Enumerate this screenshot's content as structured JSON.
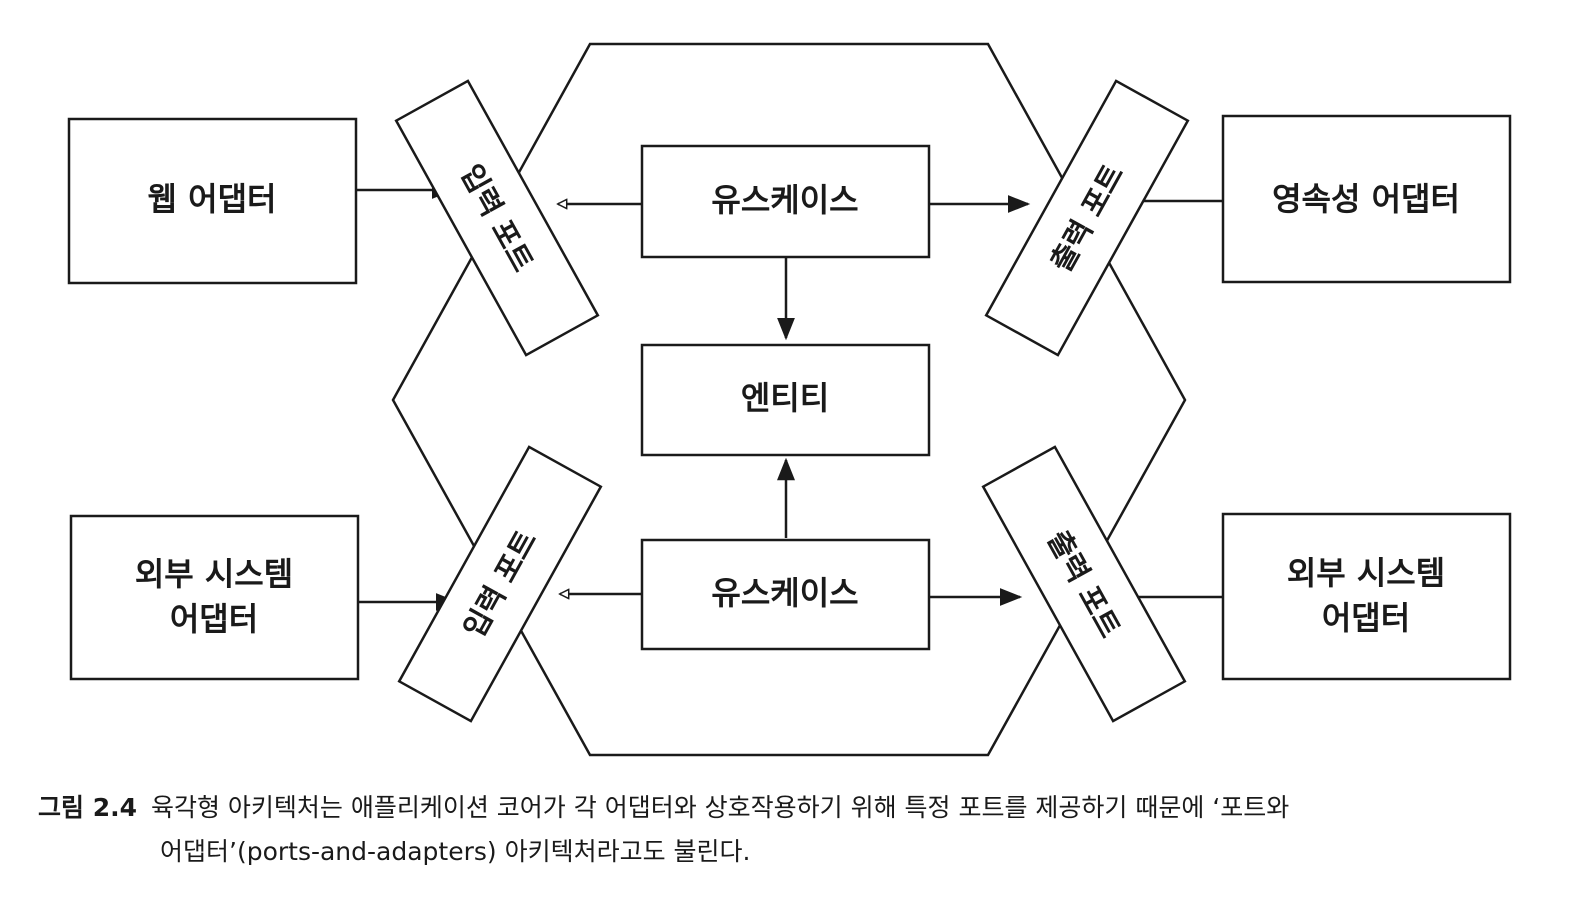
{
  "diagram": {
    "adapters": {
      "web": "웹 어댑터",
      "persistence": "영속성 어댑터",
      "external_in_line1": "외부 시스템",
      "external_in_line2": "어댑터",
      "external_out_line1": "외부 시스템",
      "external_out_line2": "어댑터"
    },
    "ports": {
      "input_top": "입력 포트",
      "input_bottom": "입력 포트",
      "output_top": "출력 포트",
      "output_bottom": "출력 포트"
    },
    "core": {
      "usecase_top": "유스케이스",
      "entity": "엔티티",
      "usecase_bottom": "유스케이스"
    }
  },
  "caption": {
    "label": "그림 2.4",
    "line1": "육각형 아키텍처는 애플리케이션 코어가 각 어댑터와 상호작용하기 위해 특정 포트를 제공하기 때문에 ‘포트와",
    "line2": "어댑터’(ports-and-adapters) 아키텍처라고도 불린다."
  }
}
